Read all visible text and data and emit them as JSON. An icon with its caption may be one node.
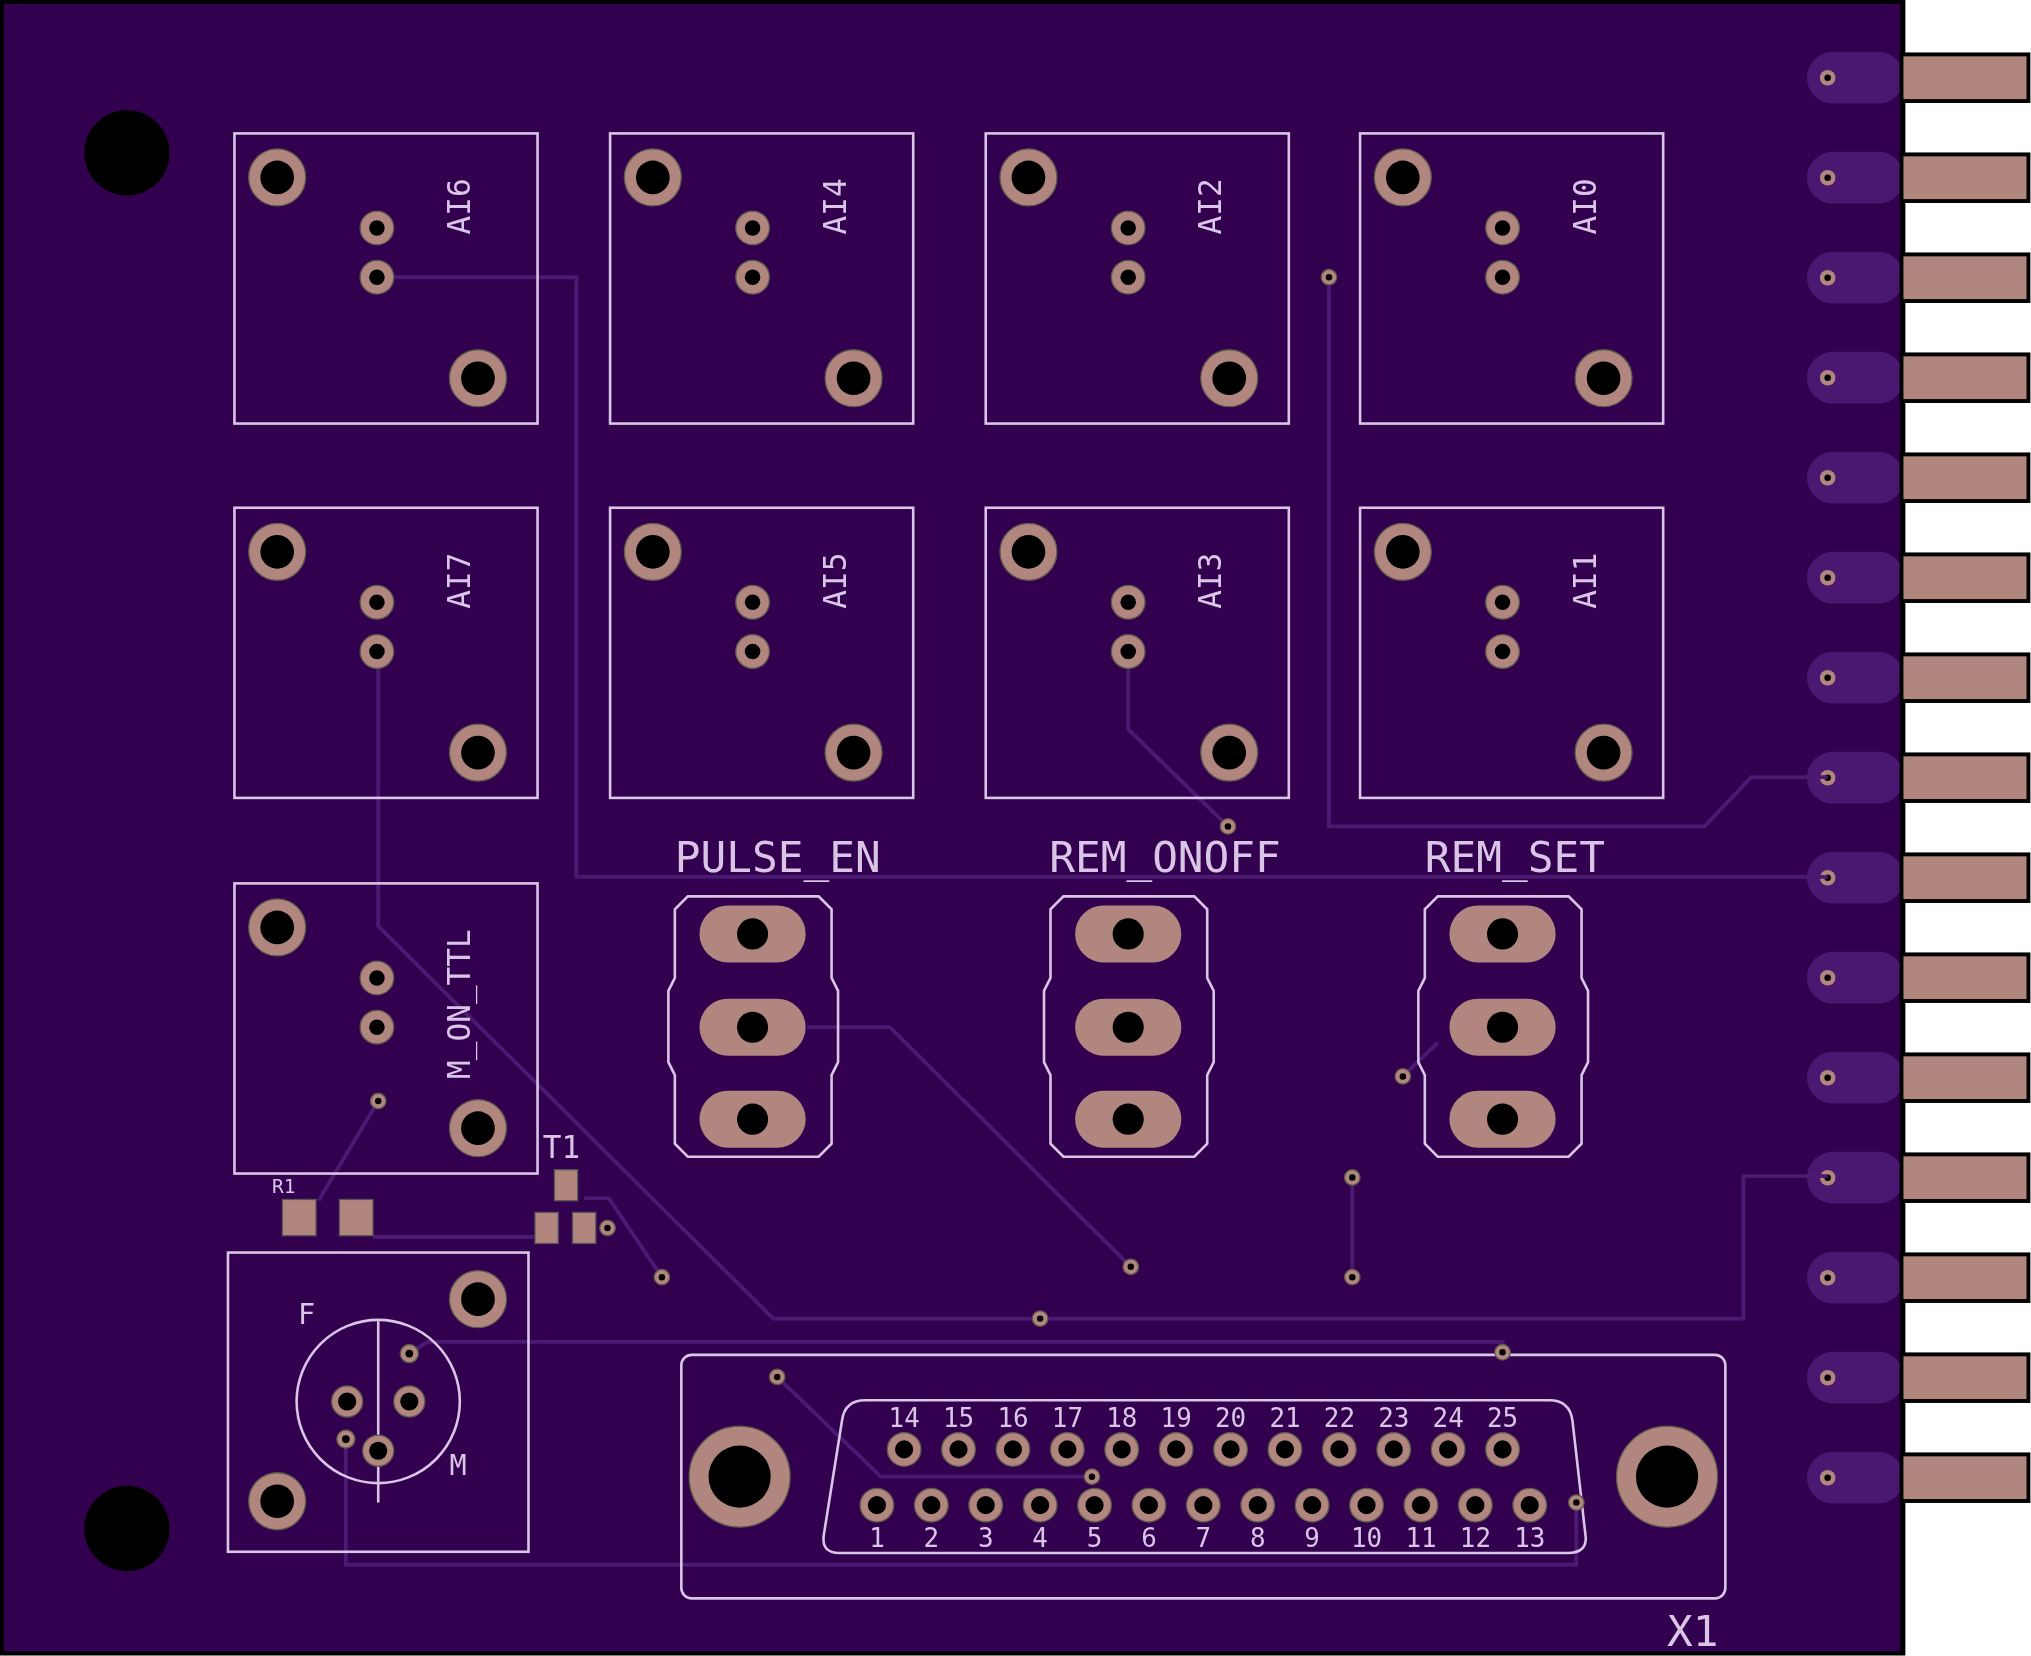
{
  "diagram": {
    "labels": [
      "AI6",
      "AI4",
      "AI2",
      "AI0",
      "AI7",
      "AI5",
      "AI3",
      "AI1",
      "M_ON_TTL",
      "PULSE_EN",
      "REM_ONOFF",
      "REM_SET",
      "T1",
      "R1",
      "F",
      "M",
      "14",
      "15",
      "16",
      "17",
      "18",
      "19",
      "20",
      "21",
      "22",
      "23",
      "24",
      "25",
      "1",
      "2",
      "3",
      "4",
      "5",
      "6",
      "7",
      "8",
      "9",
      "10",
      "11",
      "12",
      "13",
      "X1"
    ]
  }
}
